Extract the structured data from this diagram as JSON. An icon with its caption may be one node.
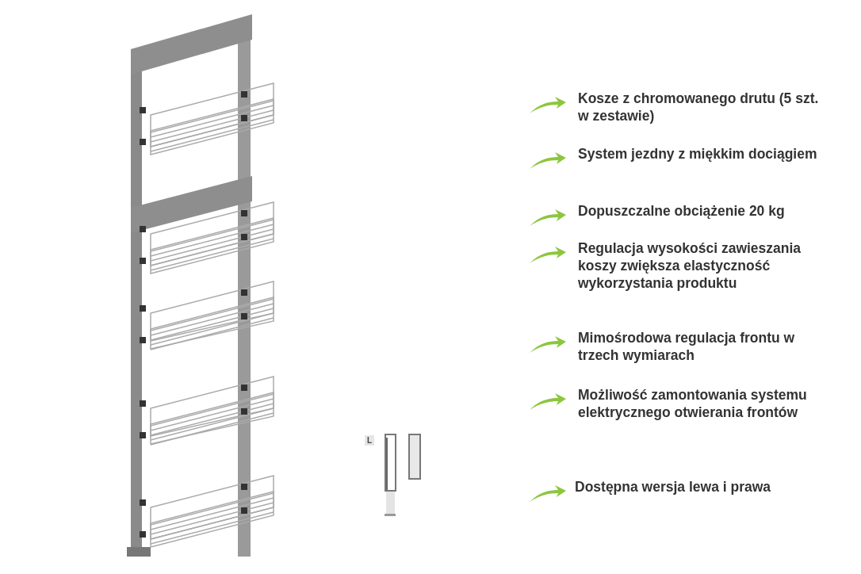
{
  "diagram": {
    "labels": [
      "Kosze z chromowanego drutu (5 szt. w zestawie)",
      "System jezdny z miękkim dociągiem",
      "Dopuszczalne obciążenie 20 kg",
      "Regulacja wysokości zawieszania koszy zwiększa elastyczność wykorzystania produktu",
      "Mimośrodowa regulacja frontu w trzech wymiarach",
      "Możliwość zamontowania systemu elektrycznego otwierania frontów",
      "Dostępna wersja lewa i prawa",
      "L"
    ]
  }
}
